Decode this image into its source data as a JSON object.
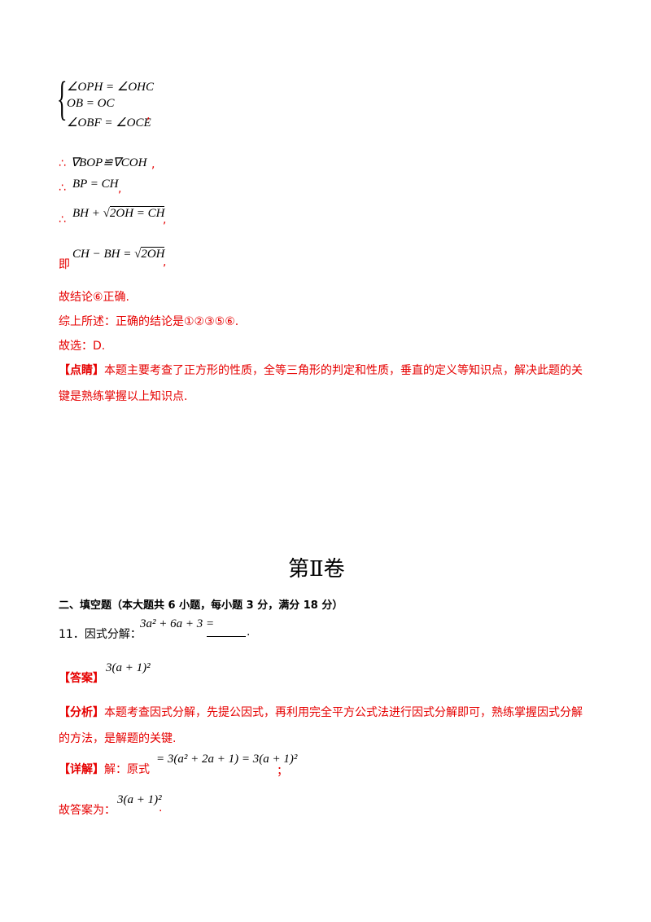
{
  "system": {
    "line1": "∠OPH = ∠OHC",
    "line2": "OB = OC",
    "line3": "∠OBF = ∠OCE",
    "comma": ","
  },
  "steps": {
    "therefore": "∴",
    "congruence": "∇BOP≌∇COH",
    "eq1": "BP = CH",
    "eq2_left": "BH + ",
    "eq2_right": "2OH = CH",
    "ie": "即",
    "eq3_left": "CH − BH = ",
    "eq3_right": "2OH",
    "comma": ","
  },
  "conclusions": {
    "c6": "故结论⑥正确.",
    "summary": "综上所述：正确的结论是①②③⑤⑥.",
    "choice": "故选：D."
  },
  "comment": {
    "tag": "【点睛】",
    "line1": "本题主要考查了正方形的性质，全等三角形的判定和性质，垂直的定义等知识点，解决此题的关",
    "line2": "键是熟练掌握以上知识点."
  },
  "section": {
    "title": "第Ⅱ卷",
    "heading": "二、填空题（本大题共 6 小题，每小题 3 分，满分 18 分）"
  },
  "q11": {
    "number": "11．因式分解：",
    "expr": "3a² + 6a + 3 =",
    "period": "."
  },
  "answer": {
    "tag": "【答案】",
    "value": "3(a + 1)²"
  },
  "analysis": {
    "tag": "【分析】",
    "line1": "本题考查因式分解，先提公因式，再利用完全平方公式法进行因式分解即可，熟练掌握因式分解",
    "line2": "的方法，是解题的关键."
  },
  "detail": {
    "tag": "【详解】",
    "text": "解：原式",
    "expr": "= 3(a² + 2a + 1) = 3(a + 1)²",
    "semicolon": "；"
  },
  "final": {
    "text": "故答案为：",
    "expr": "3(a + 1)²",
    "period": "."
  }
}
